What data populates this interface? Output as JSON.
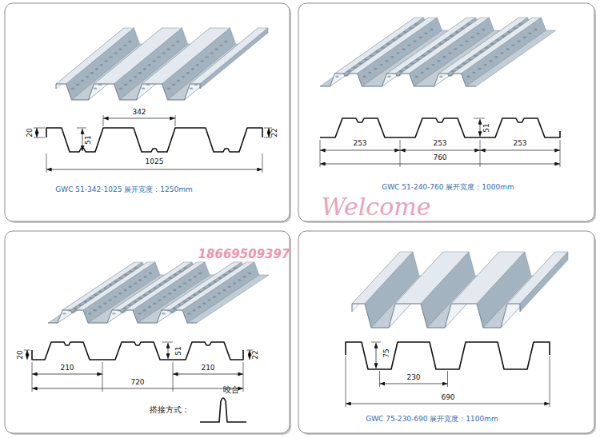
{
  "diagram": {
    "labels": [
      "342",
      "20",
      "51",
      "22",
      "1025",
      "GWC 51-342-1025 展开宽度：1250mm",
      "51",
      "253",
      "253",
      "253",
      "760",
      "GWC 51-240-760 展开宽度：1000mm",
      "Welcome",
      "18669509397",
      "20",
      "51",
      "22",
      "210",
      "210",
      "720",
      "搭接方式：",
      "咬合",
      "75",
      "230",
      "690",
      "GWC 75-230-690 展开宽度：1100mm"
    ]
  }
}
